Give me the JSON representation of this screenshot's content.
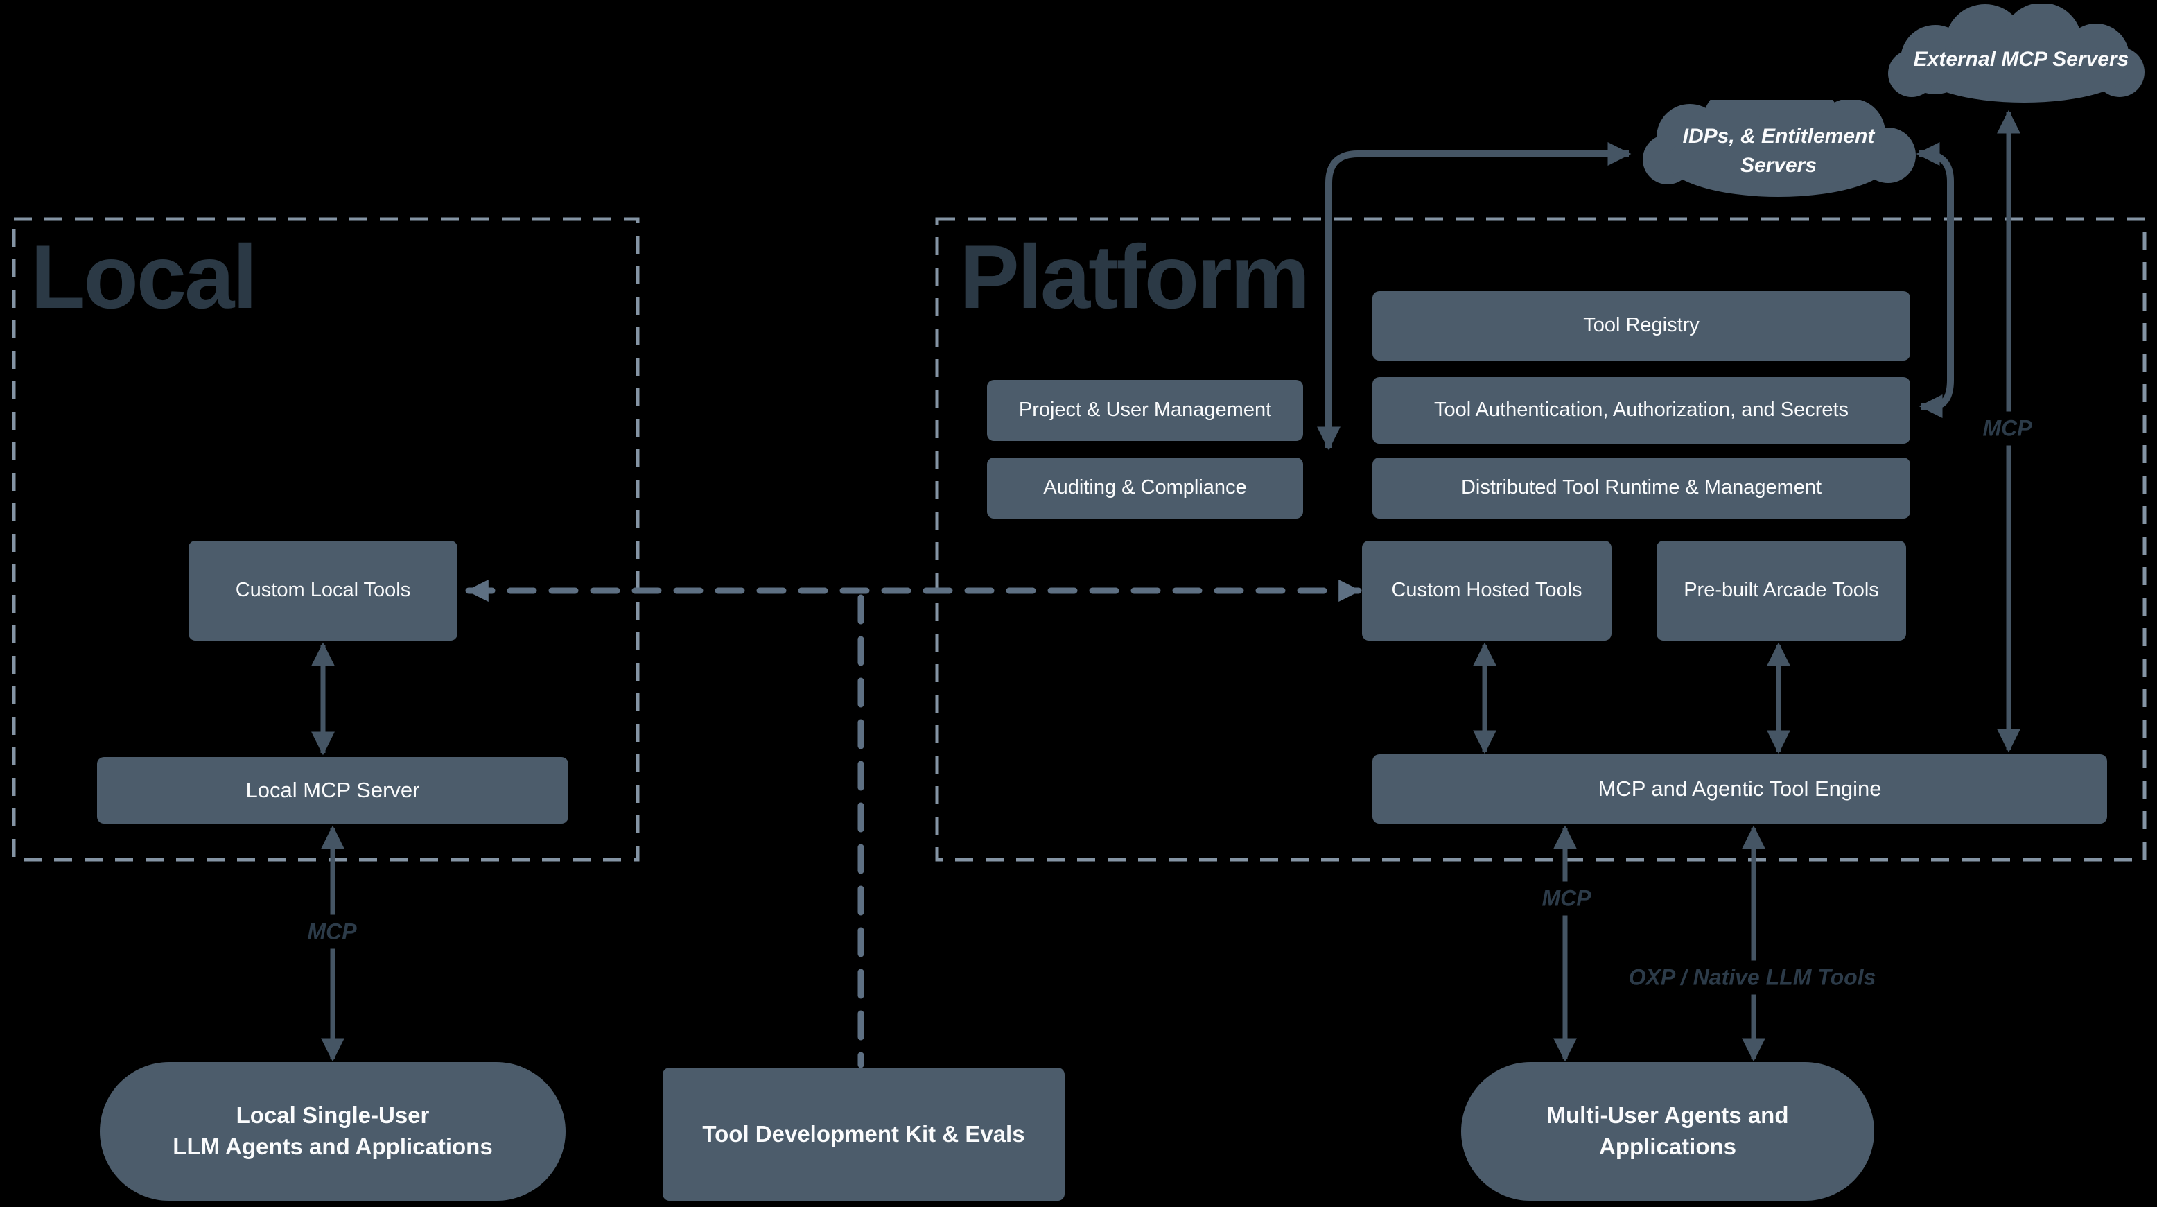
{
  "diagram": {
    "regions": {
      "local": "Local",
      "platform": "Platform"
    },
    "clouds": {
      "external": "External MCP Servers",
      "idps_line1": "IDPs, & Entitlement",
      "idps_line2": "Servers"
    },
    "platform_boxes": {
      "tool_registry": "Tool Registry",
      "project_user": "Project & User Management",
      "tool_auth": "Tool Authentication, Authorization, and Secrets",
      "auditing": "Auditing & Compliance",
      "runtime": "Distributed Tool Runtime & Management",
      "custom_hosted": "Custom Hosted Tools",
      "prebuilt": "Pre-built Arcade Tools",
      "engine": "MCP and Agentic Tool Engine"
    },
    "local_boxes": {
      "custom_local": "Custom Local Tools",
      "local_mcp_server": "Local MCP Server"
    },
    "bottom_nodes": {
      "local_agents_line1": "Local Single-User",
      "local_agents_line2": "LLM Agents and Applications",
      "tdk": "Tool Development Kit & Evals",
      "multi_user_line1": "Multi-User Agents and",
      "multi_user_line2": "Applications"
    },
    "edge_labels": {
      "local_mcp": "MCP",
      "engine_mcp": "MCP",
      "external_mcp": "MCP",
      "oxp": "OXP / Native LLM Tools"
    },
    "colors": {
      "background": "#000000",
      "node_fill": "#4C5C6B",
      "node_text": "#FAFBFC",
      "arrow": "#455564",
      "dashed_connector": "#5E7083",
      "region_border": "#8494A4",
      "region_title": "#2B3945",
      "edge_label": "#2C3B49"
    },
    "connections": [
      {
        "from": "Custom Local Tools",
        "to": "Local MCP Server",
        "style": "solid",
        "bidirectional": true,
        "label": ""
      },
      {
        "from": "Local MCP Server",
        "to": "Local Single-User LLM Agents and Applications",
        "style": "solid",
        "bidirectional": true,
        "label": "MCP"
      },
      {
        "from": "Custom Hosted Tools",
        "to": "Custom Local Tools",
        "style": "dashed",
        "bidirectional": true,
        "label": ""
      },
      {
        "from": "Tool Development Kit & Evals",
        "to": "Custom Local Tools / Custom Hosted Tools",
        "style": "dashed",
        "bidirectional": false,
        "label": ""
      },
      {
        "from": "Custom Hosted Tools",
        "to": "MCP and Agentic Tool Engine",
        "style": "solid",
        "bidirectional": true,
        "label": ""
      },
      {
        "from": "Pre-built Arcade Tools",
        "to": "MCP and Agentic Tool Engine",
        "style": "solid",
        "bidirectional": true,
        "label": ""
      },
      {
        "from": "MCP and Agentic Tool Engine",
        "to": "Multi-User Agents and Applications",
        "style": "solid",
        "bidirectional": true,
        "label": "MCP"
      },
      {
        "from": "MCP and Agentic Tool Engine",
        "to": "Multi-User Agents and Applications",
        "style": "solid",
        "bidirectional": true,
        "label": "OXP / Native LLM Tools"
      },
      {
        "from": "MCP and Agentic Tool Engine",
        "to": "External MCP Servers",
        "style": "solid",
        "bidirectional": true,
        "label": "MCP"
      },
      {
        "from": "Project & User Management",
        "to": "IDPs, & Entitlement Servers",
        "style": "solid",
        "bidirectional": true,
        "label": ""
      },
      {
        "from": "Tool Authentication, Authorization, and Secrets",
        "to": "IDPs, & Entitlement Servers",
        "style": "solid",
        "bidirectional": true,
        "label": ""
      }
    ]
  }
}
